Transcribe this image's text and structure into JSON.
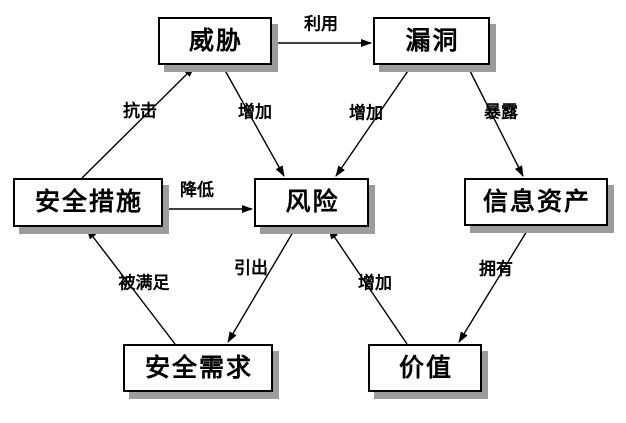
{
  "diagram": {
    "nodes": [
      {
        "id": "threat",
        "label": "威胁"
      },
      {
        "id": "vulnerability",
        "label": "漏洞"
      },
      {
        "id": "safeguards",
        "label": "安全措施"
      },
      {
        "id": "risk",
        "label": "风险"
      },
      {
        "id": "assets",
        "label": "信息资产"
      },
      {
        "id": "requirements",
        "label": "安全需求"
      },
      {
        "id": "value",
        "label": "价值"
      }
    ],
    "edges": [
      {
        "from": "threat",
        "to": "vulnerability",
        "label": "利用"
      },
      {
        "from": "safeguards",
        "to": "threat",
        "label": "抗击"
      },
      {
        "from": "threat",
        "to": "risk",
        "label": "增加"
      },
      {
        "from": "vulnerability",
        "to": "risk",
        "label": "增加"
      },
      {
        "from": "vulnerability",
        "to": "assets",
        "label": "暴露"
      },
      {
        "from": "safeguards",
        "to": "risk",
        "label": "降低"
      },
      {
        "from": "requirements",
        "to": "safeguards",
        "label": "被满足"
      },
      {
        "from": "risk",
        "to": "requirements",
        "label": "引出"
      },
      {
        "from": "value",
        "to": "risk",
        "label": "增加"
      },
      {
        "from": "assets",
        "to": "value",
        "label": "拥有"
      }
    ],
    "colors": {
      "background": "#ffffff",
      "box_fill": "#ffffff",
      "box_border": "#000000",
      "box_shadow": "#9c9c9c",
      "line": "#000000",
      "text": "#000000"
    }
  }
}
